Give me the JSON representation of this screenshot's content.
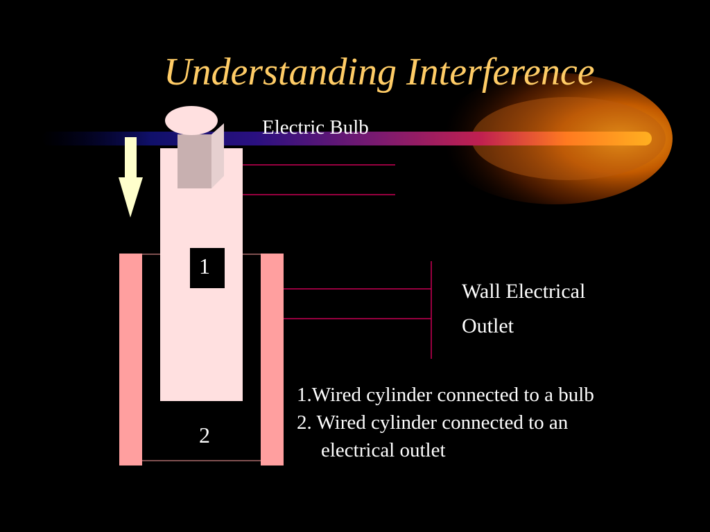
{
  "slide": {
    "title": "Understanding Interference",
    "bulb_label": "Electric Bulb",
    "outlet_label_line1": "Wall Electrical",
    "outlet_label_line2": "Outlet",
    "inner_cylinder_number": "1",
    "outer_cylinder_number": "2",
    "notes": [
      "1.Wired cylinder connected to a bulb",
      "2. Wired cylinder connected to an",
      "electrical outlet"
    ]
  },
  "colors": {
    "background": "#000000",
    "title": "#ffcc66",
    "text": "#ffffff",
    "inner_cylinder": "#ffe0e0",
    "outer_cylinder": "#ff9f9f",
    "wire": "#cc0055",
    "arrow": "#ffffcc",
    "plug": "#c8b0b0"
  },
  "icons": {
    "motion_arrow": "down-arrow-icon",
    "bulb_plug": "plug-icon",
    "decorative_comet": "comet-streak"
  }
}
